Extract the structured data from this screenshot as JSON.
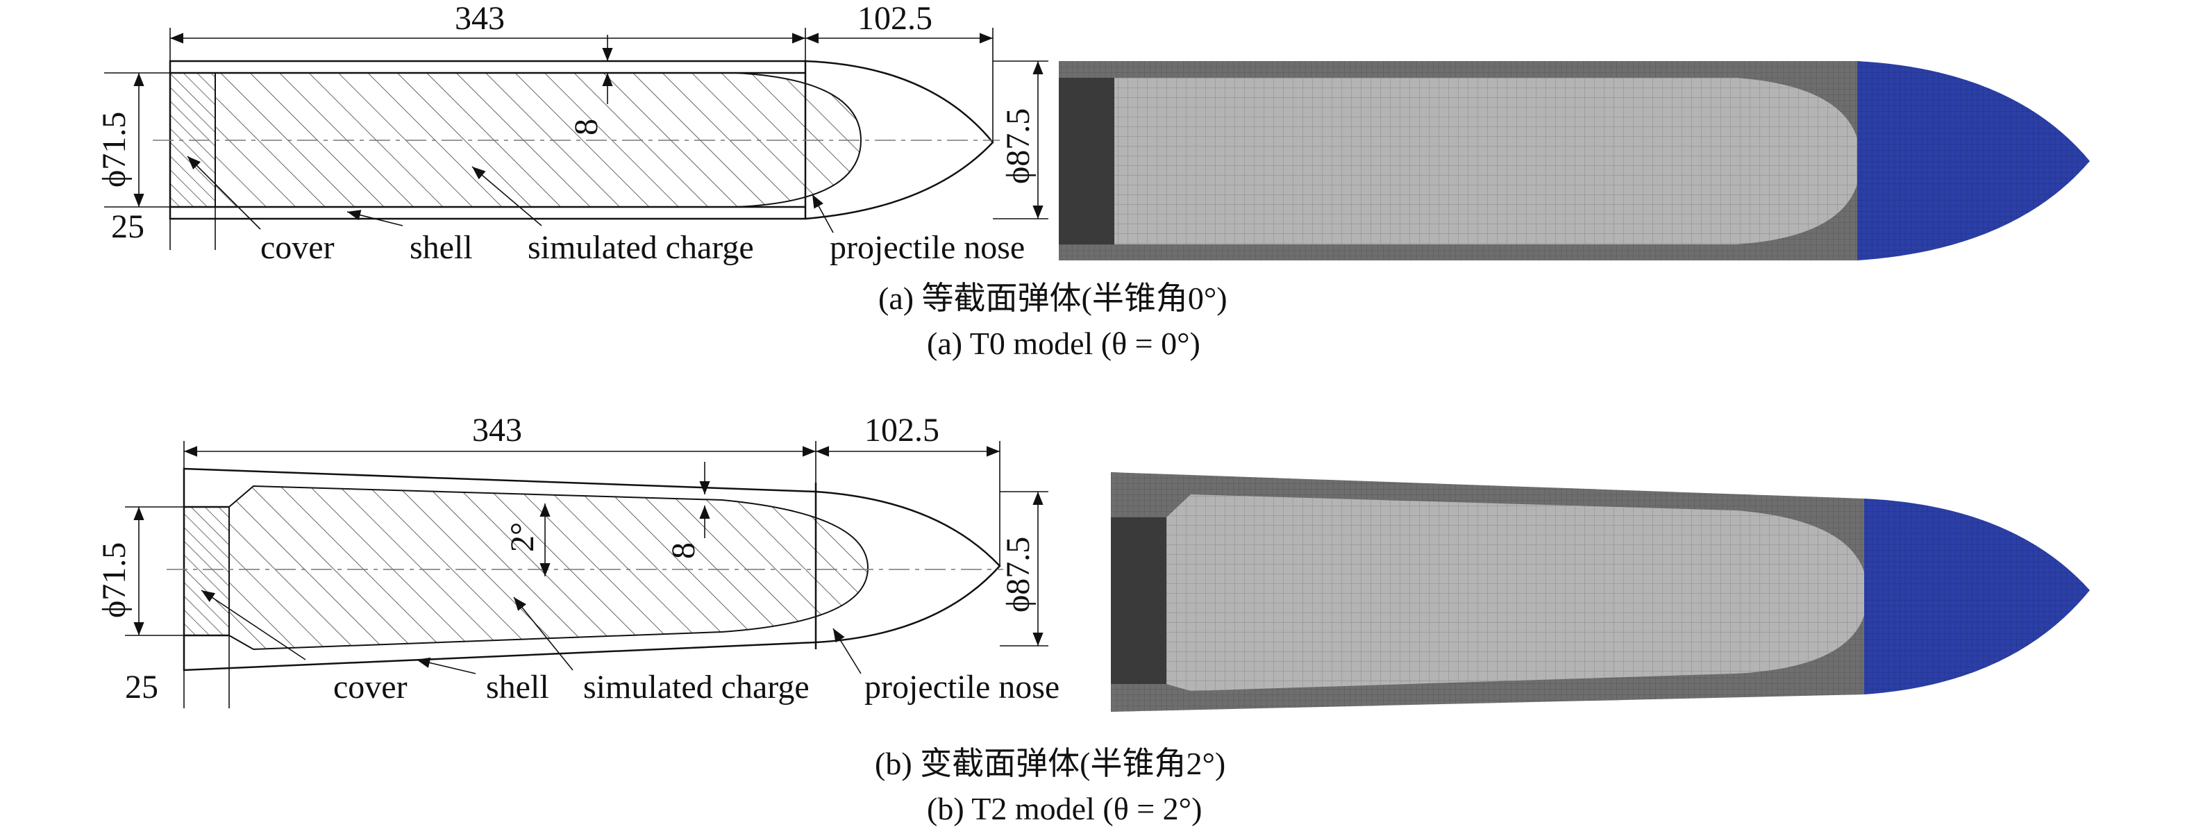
{
  "panel_a": {
    "dim_body": "343",
    "dim_nose": "102.5",
    "dim_dia_left": "ϕ71.5",
    "dim_dia_right": "ϕ87.5",
    "dim_wall": "8",
    "dim_cover": "25",
    "labels": {
      "cover": "cover",
      "shell": "shell",
      "charge": "simulated charge",
      "nose": "projectile nose"
    },
    "caption_cn": "(a) 等截面弹体(半锥角0°)",
    "caption_en": "(a) T0 model (θ = 0°)"
  },
  "panel_b": {
    "dim_body": "343",
    "dim_nose": "102.5",
    "dim_dia_left": "ϕ71.5",
    "dim_dia_right": "ϕ87.5",
    "dim_wall": "8",
    "dim_angle": "2°",
    "dim_cover": "25",
    "labels": {
      "cover": "cover",
      "shell": "shell",
      "charge": "simulated charge",
      "nose": "projectile nose"
    },
    "caption_cn": "(b) 变截面弹体(半锥角2°)",
    "caption_en": "(b) T2 model (θ = 2°)"
  },
  "colors": {
    "mesh_shell": "#6e6e6e",
    "mesh_charge": "#b4b4b4",
    "mesh_cover": "#3a3a3a",
    "mesh_nose": "#2b3fa6"
  }
}
